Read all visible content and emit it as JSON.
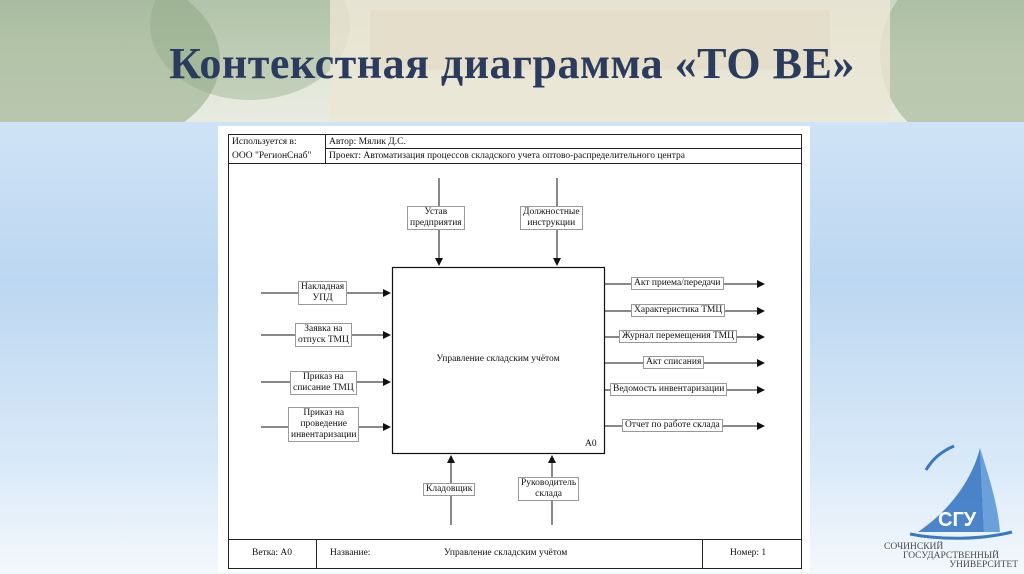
{
  "slide": {
    "title": "Контекстная диаграмма «ТО ВЕ»"
  },
  "diagram": {
    "used_in_label": "Используется в:",
    "used_in_value": "ООО \"РегионСнаб\"",
    "author": "Автор: Мялик Д.С.",
    "project": "Проект: Автоматизация процессов складского учета оптово-распределительного центра",
    "function_name": "Управление складским учётом",
    "node_code": "A0",
    "controls": [
      {
        "line1": "Устав",
        "line2": "предприятия"
      },
      {
        "line1": "Должностные",
        "line2": "инструкции"
      }
    ],
    "inputs": [
      {
        "lines": [
          "Накладная",
          "УПД"
        ]
      },
      {
        "lines": [
          "Заявка на",
          "отпуск ТМЦ"
        ]
      },
      {
        "lines": [
          "Приказ на",
          "списание ТМЦ"
        ]
      },
      {
        "lines": [
          "Приказ на",
          "проведение",
          "инвентаризации"
        ]
      }
    ],
    "outputs": [
      "Акт приема/передачи",
      "Характеристика ТМЦ",
      "Журнал перемещения ТМЦ",
      "Акт списания",
      "Ведомость инвентаризации",
      "Отчет по работе склада"
    ],
    "mechanisms": [
      {
        "lines": [
          "Кладовщик"
        ]
      },
      {
        "lines": [
          "Руководитель",
          "склада"
        ]
      }
    ],
    "footer": {
      "branch": "Ветка: A0",
      "name_label": "Название:",
      "name_value": "Управление складским учётом",
      "number": "Номер: 1"
    }
  },
  "logo": {
    "abbr": "СГУ",
    "line1": "СОЧИНСКИЙ",
    "line2": "ГОСУДАРСТВЕННЫЙ",
    "line3": "УНИВЕРСИТЕТ"
  },
  "colors": {
    "title": "#2a3b5e",
    "logo_blue": "#3a78c2"
  }
}
